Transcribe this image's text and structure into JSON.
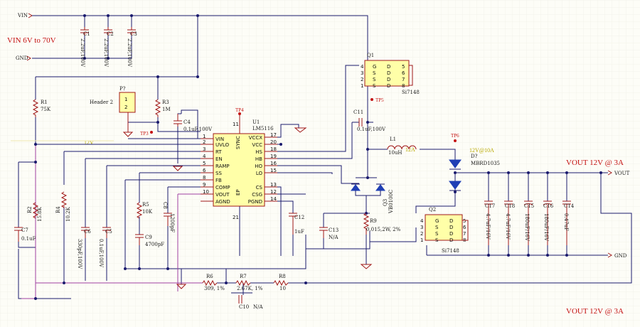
{
  "nets": {
    "vin": "VIN",
    "gnd_left": "GND",
    "vout_top": "VOUT",
    "gnd_right": "GND",
    "vin_range": "VIN 6V to 70V",
    "vout_spec_top": "VOUT 12V @ 3A",
    "vout_spec_bottom": "VOUT 12V @ 3A",
    "out_12v_10a": "12V@10A",
    "mid_label": "12V",
    "inductor_current": "12A"
  },
  "ic": {
    "ref": "U1",
    "part": "LM5116",
    "tp4": "TP4",
    "pin11": "11",
    "pin21": "21",
    "left_pins": [
      {
        "num": "1",
        "name": "VIN"
      },
      {
        "num": "2",
        "name": "UVLO"
      },
      {
        "num": "3",
        "name": "RT"
      },
      {
        "num": "4",
        "name": "EN"
      },
      {
        "num": "5",
        "name": "RAMP"
      },
      {
        "num": "6",
        "name": "SS"
      },
      {
        "num": "8",
        "name": "FB"
      },
      {
        "num": "9",
        "name": "COMP"
      },
      {
        "num": "10",
        "name": "VOUT"
      },
      {
        "num": "",
        "name": "AGND"
      }
    ],
    "right_pins": [
      {
        "num": "17",
        "name": "VCCX"
      },
      {
        "num": "20",
        "name": "VCC"
      },
      {
        "num": "18",
        "name": "HS"
      },
      {
        "num": "19",
        "name": "HB"
      },
      {
        "num": "16",
        "name": "HO"
      },
      {
        "num": "15",
        "name": "LO"
      },
      {
        "num": "13",
        "name": "CS"
      },
      {
        "num": "12",
        "name": "CSG"
      },
      {
        "num": "14",
        "name": "PGND"
      }
    ],
    "sync_label": "SYNC",
    "ep_label": "EP"
  },
  "components": {
    "c1": {
      "ref": "C1",
      "val": "2.2uF,100V"
    },
    "c2": {
      "ref": "C2",
      "val": "2.2uF,100V"
    },
    "c3": {
      "ref": "C3",
      "val": "2.2uF,100V"
    },
    "r1": {
      "ref": "R1",
      "val": "75K"
    },
    "r3": {
      "ref": "R3",
      "val": "1M"
    },
    "p2": {
      "ref": "P?",
      "val": "Header 2"
    },
    "tp3": "TP3",
    "c4": {
      "ref": "C4",
      "val": "0.1uF,100V"
    },
    "c11": {
      "ref": "C11",
      "val": "0.1uF,100V"
    },
    "q1": {
      "ref": "Q1",
      "val": "Si7148"
    },
    "tp5": "TP5",
    "l1": {
      "ref": "L1",
      "val": "10uH"
    },
    "tp6": "TP6",
    "d2": {
      "ref": "D?",
      "val": "MBRD1035"
    },
    "q3": {
      "ref": "Q3",
      "val": "VB0100C"
    },
    "r9": {
      "ref": "R9",
      "val": "0.015,2W, 2%"
    },
    "c13": {
      "ref": "C13",
      "val": "N/A"
    },
    "c12": {
      "ref": "C12",
      "val": "1uF"
    },
    "q2": {
      "ref": "Q2",
      "val": "Si7148"
    },
    "c17": {
      "ref": "C17",
      "val": "4.7uF/16V"
    },
    "c18": {
      "ref": "C18",
      "val": "4.7uF/16V"
    },
    "c15": {
      "ref": "C15",
      "val": "180uF/16V"
    },
    "c16": {
      "ref": "C16",
      "val": "180uF/16V"
    },
    "c14": {
      "ref": "C14",
      "val": "0.47uF"
    },
    "r2": {
      "ref": "R2",
      "val": "15.8K"
    },
    "r4": {
      "ref": "R4",
      "val": "10.2K"
    },
    "c7": {
      "ref": "C7",
      "val": "0.1uF"
    },
    "c6": {
      "ref": "C6",
      "val": "330pF,100V"
    },
    "c5": {
      "ref": "C5",
      "val": "0.1uF,100V"
    },
    "r5": {
      "ref": "R5",
      "val": "10K"
    },
    "c9": {
      "ref": "C9",
      "val": "4700pF"
    },
    "c8": {
      "ref": "C8",
      "val": "1200pF"
    },
    "r6": {
      "ref": "R6",
      "val": "309, 1%"
    },
    "r7": {
      "ref": "R7",
      "val": "2.67K, 1%"
    },
    "r8": {
      "ref": "R8",
      "val": "10"
    },
    "c10": {
      "ref": "C10",
      "val": "N/A"
    }
  },
  "colors": {
    "wire": "#1a1a6e",
    "component": "#a01818",
    "label": "#c41010",
    "body": "#ffffa8",
    "highlight": "#a040a0"
  }
}
